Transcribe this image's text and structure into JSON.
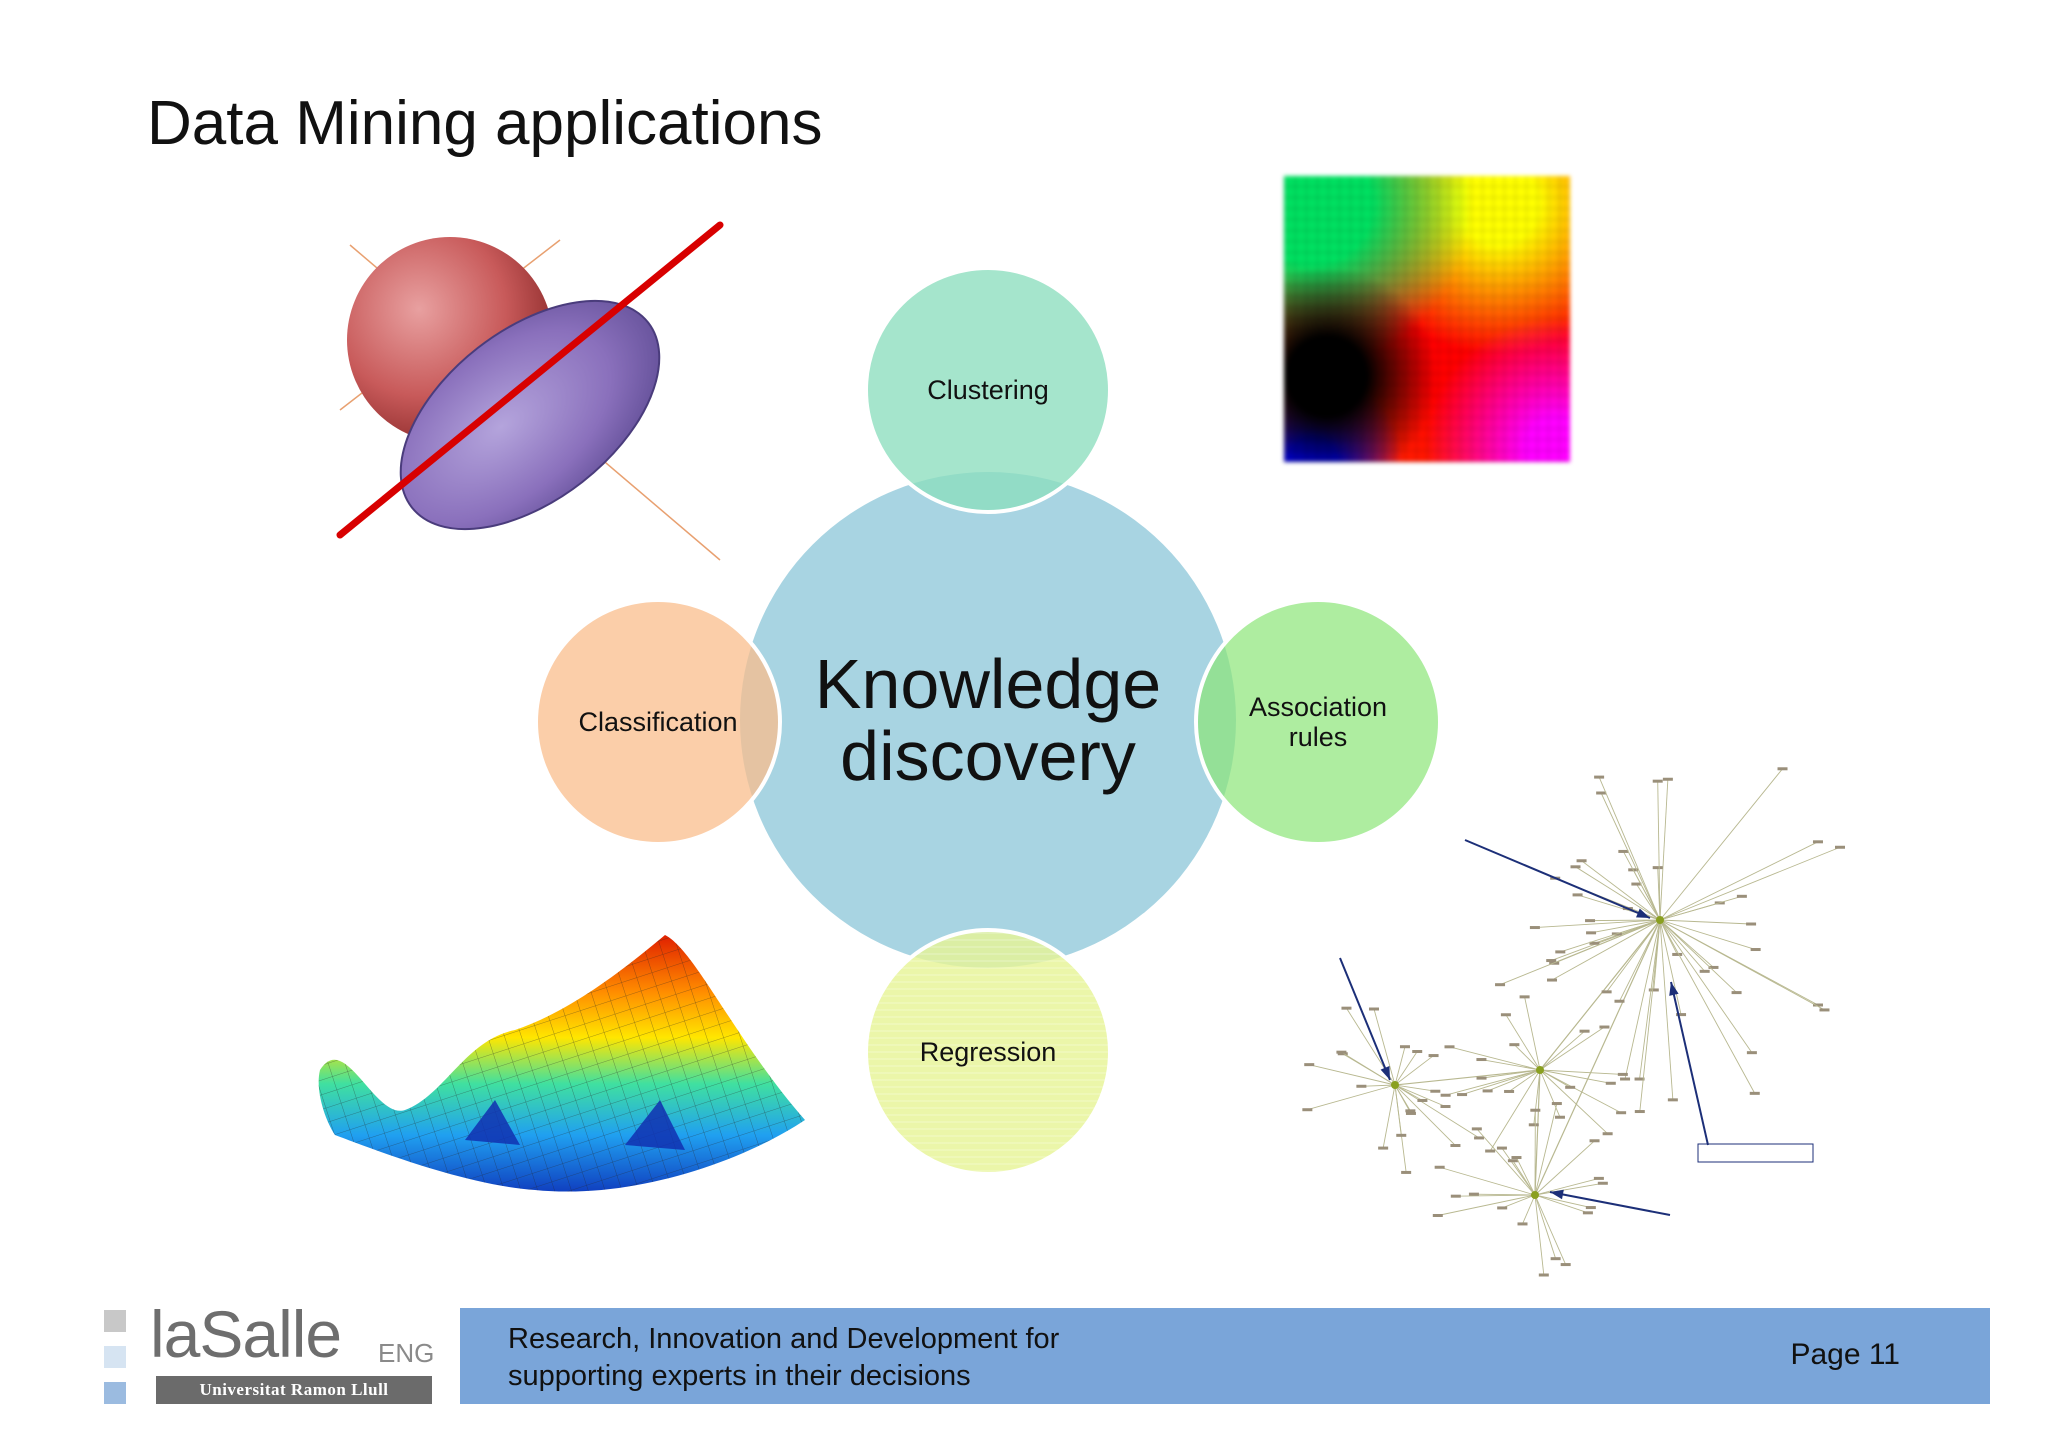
{
  "slide": {
    "title": "Data Mining applications"
  },
  "diagram": {
    "center": "Knowledge discovery",
    "satellites": {
      "clustering": "Clustering",
      "classification": "Classification",
      "association": "Association rules",
      "regression": "Regression"
    },
    "colors": {
      "center": "#a8d4e2",
      "clustering": "#8cdebe",
      "classification": "#fabe8c",
      "association": "#8ce678",
      "regression": "#e6f496"
    }
  },
  "illustrations": {
    "top_left": "classification-separator-illustration",
    "top_right": "self-organizing-map-illustration",
    "bottom_left": "regression-surface-illustration",
    "bottom_right": "association-network-graph-illustration"
  },
  "footer": {
    "logo_text": "laSalle",
    "logo_suffix": "ENG",
    "university": "Universitat Ramon Llull",
    "tagline_line1": "Research, Innovation and Development for",
    "tagline_line2": "supporting experts in their decisions",
    "page_label": "Page 11",
    "bar_color": "#7aa5d9"
  }
}
